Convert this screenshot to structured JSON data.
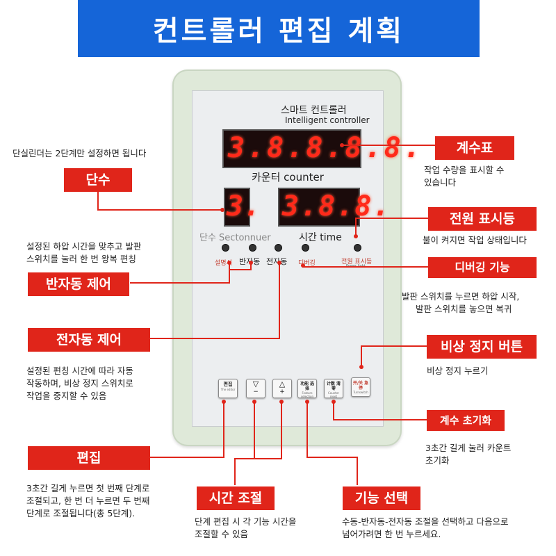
{
  "title": "컨트롤러 편집 계획",
  "device": {
    "brand_ko": "스마트 컨트롤러",
    "brand_en": "Intelligent controller",
    "counter_display": "3.8.8.8.8.",
    "counter_label": "카운터 counter",
    "stage_display": "3.",
    "time_display": "3.8.8.",
    "stage_label": "단수 Sectonnuer",
    "time_label": "시간 time",
    "ind_setting": "설명서",
    "ind_semi": "반자동",
    "ind_full": "전자동",
    "ind_debug": "디버깅",
    "ind_power": "전원 표시등",
    "ind_power_en": "Power light",
    "key_edit": "편집",
    "key_edit_en": "The editor",
    "key_minus": "−",
    "key_plus": "+",
    "key_func": "功能 选择",
    "key_func_en": "Feature selection",
    "key_count": "计数 清零",
    "key_count_en": "Counter reset",
    "key_emergency": "开/关 急停",
    "key_emergency_en": "Turnswitch"
  },
  "annotations": {
    "stage_note": "단실린더는 2단계만 설정하면 됩니다",
    "stage": "단수",
    "semi_desc": [
      "설정된 하압 시간을 맞추고 발판",
      "스위치를 눌러 한 번 왕복 편칭"
    ],
    "semi": "반자동 제어",
    "full": "전자동 제어",
    "full_desc": [
      "설정된 편칭 시간에 따라 자동",
      "작동하며, 비상 정지 스위치로",
      "작업을 중지할 수 있음"
    ],
    "edit": "편집",
    "edit_desc": [
      "3초간 길게 누르면 첫 번째 단계로",
      "조절되고, 한 번 더 누르면 두 번째",
      "단계로 조절됩니다(총 5단계)."
    ],
    "time_adjust": "시간 조절",
    "time_adjust_desc": [
      "단계 편집 시 각 기능 시간을",
      "조절할 수 있음"
    ],
    "func_select": "기능 선택",
    "func_select_desc": [
      "수동-반자동-전자동 조절을 선택하고 다음으로",
      "넘어가려면 한 번 누르세요."
    ],
    "counter": "계수표",
    "counter_desc": [
      "작업 수량을 표시할 수",
      "있습니다"
    ],
    "power": "전원 표시등",
    "power_desc": "불이 켜지면 작업 상태입니다",
    "debug": "디버깅 기능",
    "debug_desc": [
      "발판 스위치를 누르면 하압 시작,",
      "발판 스위치를 놓으면 복귀"
    ],
    "emergency": "비상 정지 버튼",
    "emergency_desc": "비상 정지 누르기",
    "reset": "계수 초기화",
    "reset_desc": [
      "3초간 길게 눌러 카운트",
      "초기화"
    ]
  },
  "colors": {
    "banner": "#1565d8",
    "tag": "#e0251a",
    "led": "#ff2a1a",
    "device": "#dfe9d9"
  }
}
